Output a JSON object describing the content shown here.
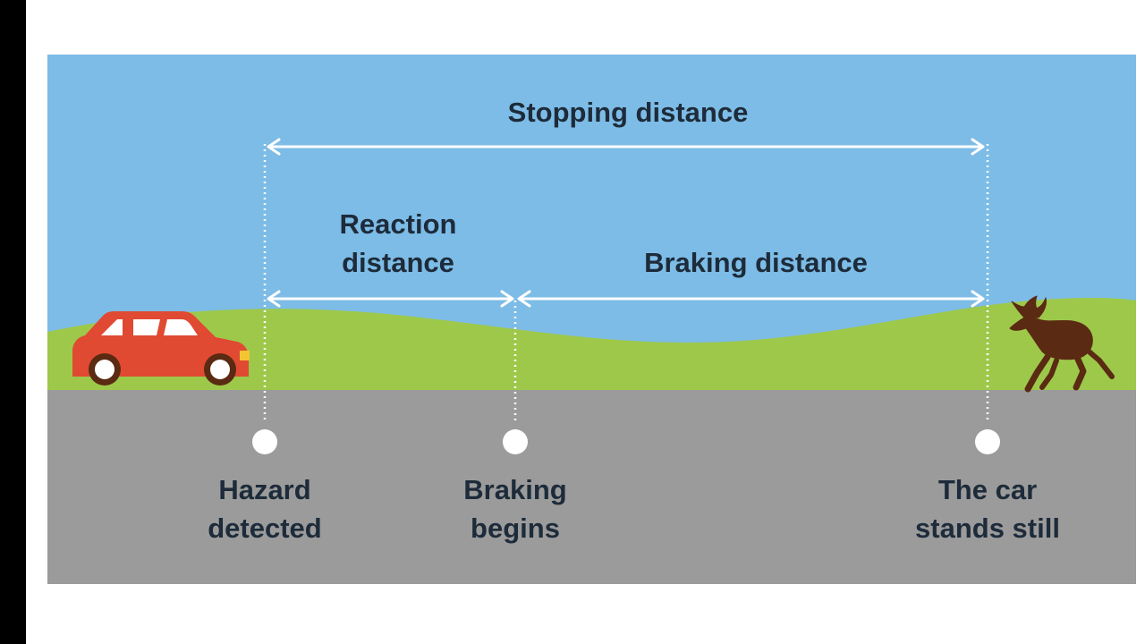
{
  "colors": {
    "sky": "#7dbce6",
    "grass": "#9dc84a",
    "road": "#9b9b9b",
    "arrow": "#ffffff",
    "car": "#e04a32",
    "moose": "#5a2a12",
    "text": "#1d2b3a"
  },
  "icons": [
    "car-icon",
    "moose-icon"
  ],
  "measures": {
    "stopping": [
      "Stopping distance"
    ],
    "reaction": [
      "Reaction",
      "distance"
    ],
    "braking": [
      "Braking distance"
    ]
  },
  "milestones": [
    {
      "lines": [
        "Hazard",
        "detected"
      ]
    },
    {
      "lines": [
        "Braking",
        "begins"
      ]
    },
    {
      "lines": [
        "The car",
        "stands still"
      ]
    }
  ]
}
